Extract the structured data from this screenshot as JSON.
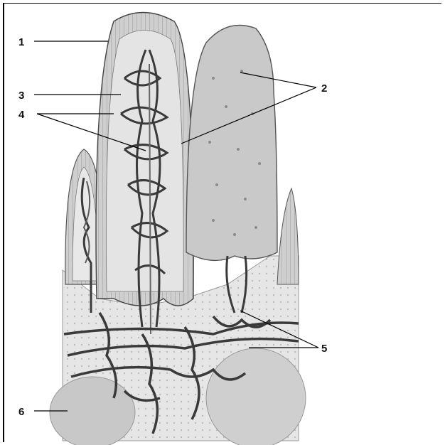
{
  "labels": {
    "l1": "1",
    "l2": "2",
    "l3": "3",
    "l4": "4",
    "l5": "5",
    "l6": "6"
  },
  "colors": {
    "tissue": "#dcdcdc",
    "epithelium": "#bdbdbd",
    "vessel": "#3a3a3a",
    "vessel_light": "#8a8a8a",
    "line": "#000000"
  }
}
